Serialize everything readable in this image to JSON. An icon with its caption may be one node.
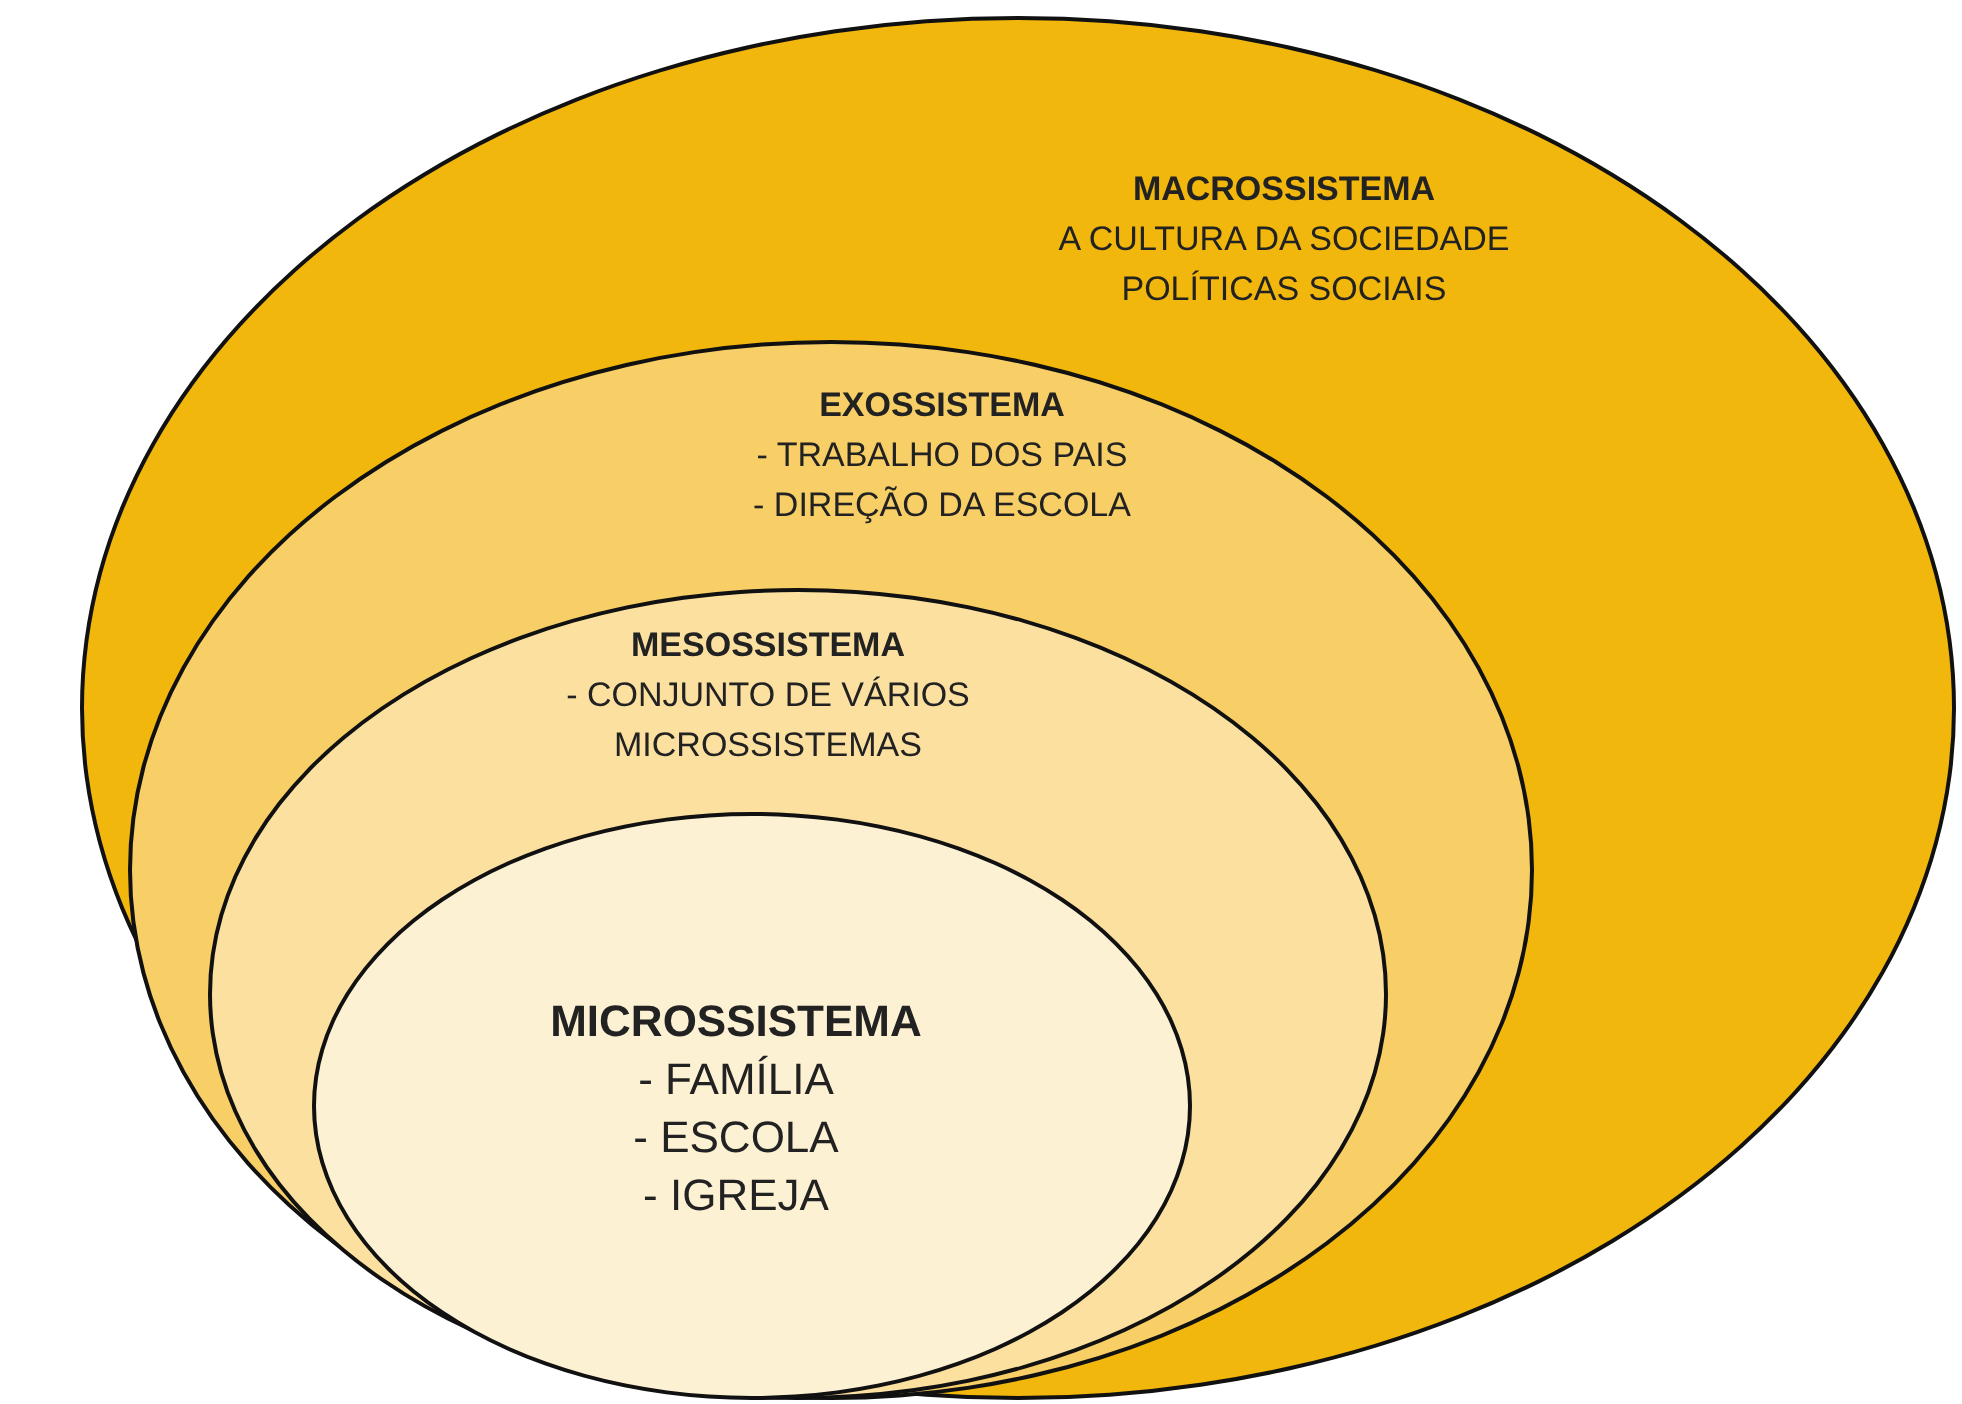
{
  "diagram": {
    "nodes": [
      {
        "text": [
          "MACROSSISTEMA",
          "A CULTURA DA SOCIEDADE",
          "POLÍTICAS SOCIAIS"
        ]
      },
      {
        "text": [
          "EXOSSISTEMA",
          "- TRABALHO DOS PAIS",
          "- DIREÇÃO DA ESCOLA"
        ],
        "in": 0
      },
      {
        "text": [
          "MESOSSISTEMA",
          "- CONJUNTO DE VÁRIOS MICROSSISTEMAS"
        ],
        "in": 1
      },
      {
        "text": [
          "MICROSSISTEMA",
          "- FAMÍLIA",
          "- ESCOLA",
          "- IGREJA"
        ],
        "in": 2
      }
    ]
  }
}
